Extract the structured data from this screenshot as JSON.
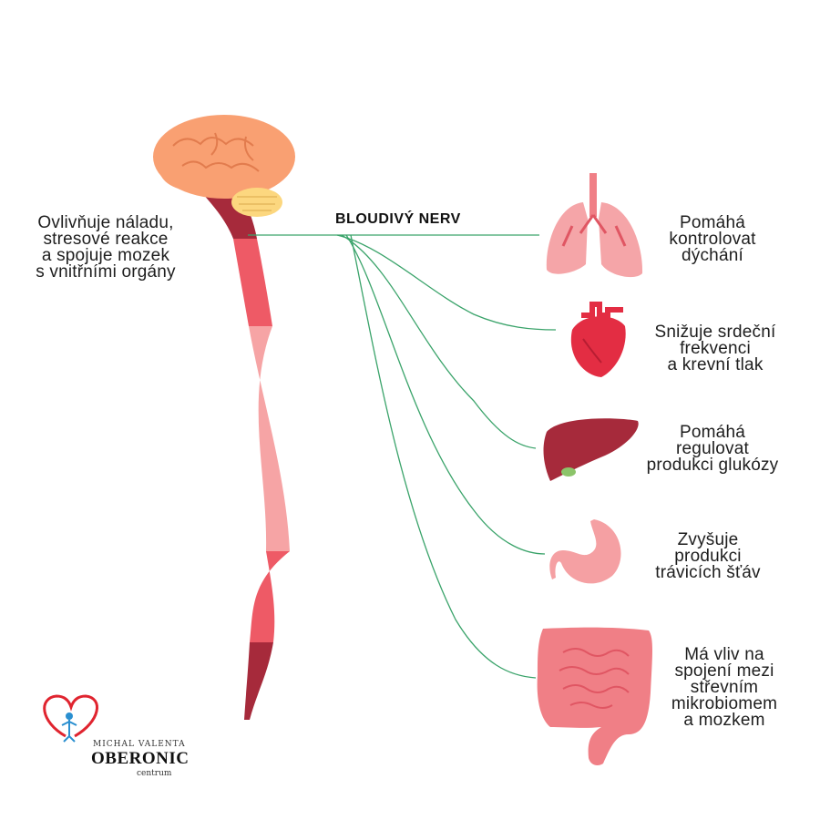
{
  "title": "BLOUDIVÝ NERV",
  "brain_text": [
    "Ovlivňuje náladu,",
    "stresové reakce",
    "a spojuje mozek",
    "s vnitřními orgány"
  ],
  "organs": [
    {
      "name": "lungs-icon",
      "lines": [
        "Pomáhá",
        "kontrolovat",
        "dýchání"
      ]
    },
    {
      "name": "heart-icon",
      "lines": [
        "Snižuje srdeční",
        "frekvenci",
        "a krevní tlak"
      ]
    },
    {
      "name": "liver-icon",
      "lines": [
        "Pomáhá",
        "regulovat",
        "produkci glukózy"
      ]
    },
    {
      "name": "stomach-icon",
      "lines": [
        "Zvyšuje",
        "produkci",
        "trávicích šťáv"
      ]
    },
    {
      "name": "intestines-icon",
      "lines": [
        "Má vliv na",
        "spojení mezi",
        "střevním",
        "mikrobiomem",
        "a mozkem"
      ]
    }
  ],
  "logo": {
    "top": "MICHAL VALENTA",
    "name": "OBERONIC",
    "sub": "centrum"
  },
  "colors": {
    "nerve_line": "#3aa36a",
    "spine_dark": "#a62a3b",
    "spine_mid": "#ee5a66",
    "spine_light": "#f69a9d",
    "brain": "#f9a072",
    "cerebellum": "#fcd77f"
  }
}
